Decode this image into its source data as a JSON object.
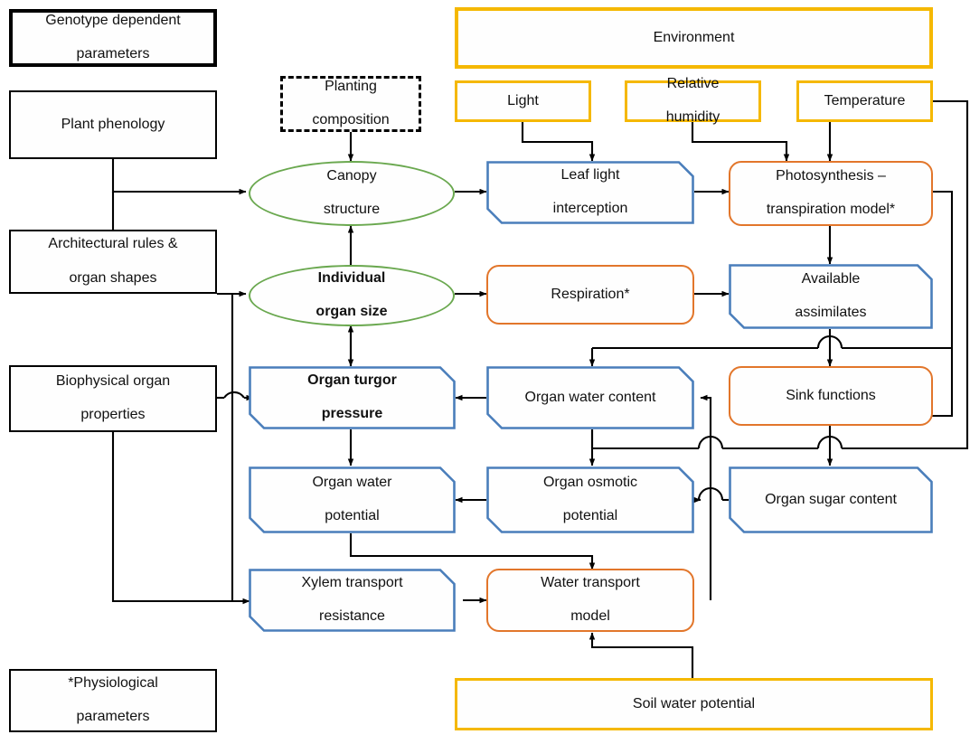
{
  "diagram": {
    "title": "Plant growth model flowchart",
    "legend": {
      "genotype_box": "Genotype dependent\nparameters",
      "physiological_box": "*Physiological\nparameters"
    },
    "colors": {
      "black": "#000000",
      "yellow": "#f5b800",
      "orange": "#e2762b",
      "green": "#6aa84f",
      "blue": "#4a7ebb",
      "arrow": "#000000"
    },
    "nodes": {
      "genotype_params": {
        "label": "Genotype dependent parameters",
        "line1": "Genotype dependent",
        "line2": "parameters",
        "style": "black-heavy"
      },
      "plant_phenology": {
        "label": "Plant phenology",
        "line1": "Plant phenology",
        "line2": "",
        "style": "black"
      },
      "architectural_rules": {
        "label": "Architectural rules & organ shapes",
        "line1": "Architectural rules &",
        "line2": "organ shapes",
        "style": "black"
      },
      "biophysical_organ": {
        "label": "Biophysical organ properties",
        "line1": "Biophysical organ",
        "line2": "properties",
        "style": "black"
      },
      "physiological_params": {
        "label": "*Physiological parameters",
        "line1": "*Physiological",
        "line2": "parameters",
        "style": "black"
      },
      "planting_composition": {
        "label": "Planting composition",
        "line1": "Planting",
        "line2": "composition",
        "style": "dashed"
      },
      "environment": {
        "label": "Environment",
        "line1": "Environment",
        "line2": "",
        "style": "yellow-heavy"
      },
      "light": {
        "label": "Light",
        "line1": "Light",
        "line2": "",
        "style": "yellow"
      },
      "relative_humidity": {
        "label": "Relative humidity",
        "line1": "Relative",
        "line2": "humidity",
        "style": "yellow"
      },
      "temperature": {
        "label": "Temperature",
        "line1": "Temperature",
        "line2": "",
        "style": "yellow"
      },
      "soil_water_potential": {
        "label": "Soil water potential",
        "line1": "Soil water potential",
        "line2": "",
        "style": "yellow"
      },
      "canopy_structure": {
        "label": "Canopy structure",
        "line1": "Canopy",
        "line2": "structure",
        "style": "green-ellipse"
      },
      "individual_organ_size": {
        "label": "Individual organ size",
        "line1": "Individual",
        "line2": "organ size",
        "style": "green-ellipse-bold"
      },
      "leaf_light_interception": {
        "label": "Leaf light interception",
        "line1": "Leaf light",
        "line2": "interception",
        "style": "blue"
      },
      "photosynthesis_model": {
        "label": "Photosynthesis – transpiration model*",
        "line1": "Photosynthesis –",
        "line2": "transpiration model*",
        "style": "orange"
      },
      "respiration": {
        "label": "Respiration*",
        "line1": "Respiration*",
        "line2": "",
        "style": "orange"
      },
      "available_assimilates": {
        "label": "Available assimilates",
        "line1": "Available",
        "line2": "assimilates",
        "style": "blue"
      },
      "organ_turgor_pressure": {
        "label": "Organ turgor pressure",
        "line1": "Organ turgor",
        "line2": "pressure",
        "style": "blue-bold"
      },
      "organ_water_content": {
        "label": "Organ water content",
        "line1": "Organ water content",
        "line2": "",
        "style": "blue"
      },
      "sink_functions": {
        "label": "Sink functions",
        "line1": "Sink functions",
        "line2": "",
        "style": "orange"
      },
      "organ_water_potential": {
        "label": "Organ water potential",
        "line1": "Organ water",
        "line2": "potential",
        "style": "blue"
      },
      "organ_osmotic_potential": {
        "label": "Organ osmotic potential",
        "line1": "Organ osmotic",
        "line2": "potential",
        "style": "blue"
      },
      "organ_sugar_content": {
        "label": "Organ sugar content",
        "line1": "Organ sugar content",
        "line2": "",
        "style": "blue"
      },
      "xylem_transport_resistance": {
        "label": "Xylem transport resistance",
        "line1": "Xylem transport",
        "line2": "resistance",
        "style": "blue"
      },
      "water_transport_model": {
        "label": "Water transport model",
        "line1": "Water transport",
        "line2": "model",
        "style": "orange"
      }
    },
    "edges": [
      {
        "from": "plant_phenology",
        "to": "canopy_structure"
      },
      {
        "from": "architectural_rules",
        "to": "canopy_structure"
      },
      {
        "from": "architectural_rules",
        "to": "individual_organ_size"
      },
      {
        "from": "planting_composition",
        "to": "canopy_structure"
      },
      {
        "from": "canopy_structure",
        "to": "leaf_light_interception"
      },
      {
        "from": "individual_organ_size",
        "to": "canopy_structure"
      },
      {
        "from": "individual_organ_size",
        "to": "respiration"
      },
      {
        "from": "light",
        "to": "leaf_light_interception"
      },
      {
        "from": "relative_humidity",
        "to": "photosynthesis_model"
      },
      {
        "from": "temperature",
        "to": "photosynthesis_model"
      },
      {
        "from": "temperature",
        "to": "sink_functions"
      },
      {
        "from": "leaf_light_interception",
        "to": "photosynthesis_model"
      },
      {
        "from": "photosynthesis_model",
        "to": "available_assimilates"
      },
      {
        "from": "photosynthesis_model",
        "to": "water_transport_model"
      },
      {
        "from": "respiration",
        "to": "available_assimilates"
      },
      {
        "from": "available_assimilates",
        "to": "organ_water_content"
      },
      {
        "from": "available_assimilates",
        "to": "sink_functions"
      },
      {
        "from": "sink_functions",
        "to": "organ_sugar_content"
      },
      {
        "from": "organ_water_content",
        "to": "organ_turgor_pressure"
      },
      {
        "from": "organ_water_content",
        "to": "organ_osmotic_potential"
      },
      {
        "from": "organ_sugar_content",
        "to": "organ_osmotic_potential"
      },
      {
        "from": "organ_osmotic_potential",
        "to": "organ_water_potential"
      },
      {
        "from": "organ_turgor_pressure",
        "to": "individual_organ_size"
      },
      {
        "from": "organ_turgor_pressure",
        "to": "organ_water_potential"
      },
      {
        "from": "organ_water_potential",
        "to": "water_transport_model"
      },
      {
        "from": "biophysical_organ",
        "to": "organ_turgor_pressure"
      },
      {
        "from": "biophysical_organ",
        "to": "xylem_transport_resistance"
      },
      {
        "from": "xylem_transport_resistance",
        "to": "water_transport_model"
      },
      {
        "from": "soil_water_potential",
        "to": "water_transport_model"
      },
      {
        "from": "water_transport_model",
        "to": "organ_water_content"
      }
    ]
  }
}
